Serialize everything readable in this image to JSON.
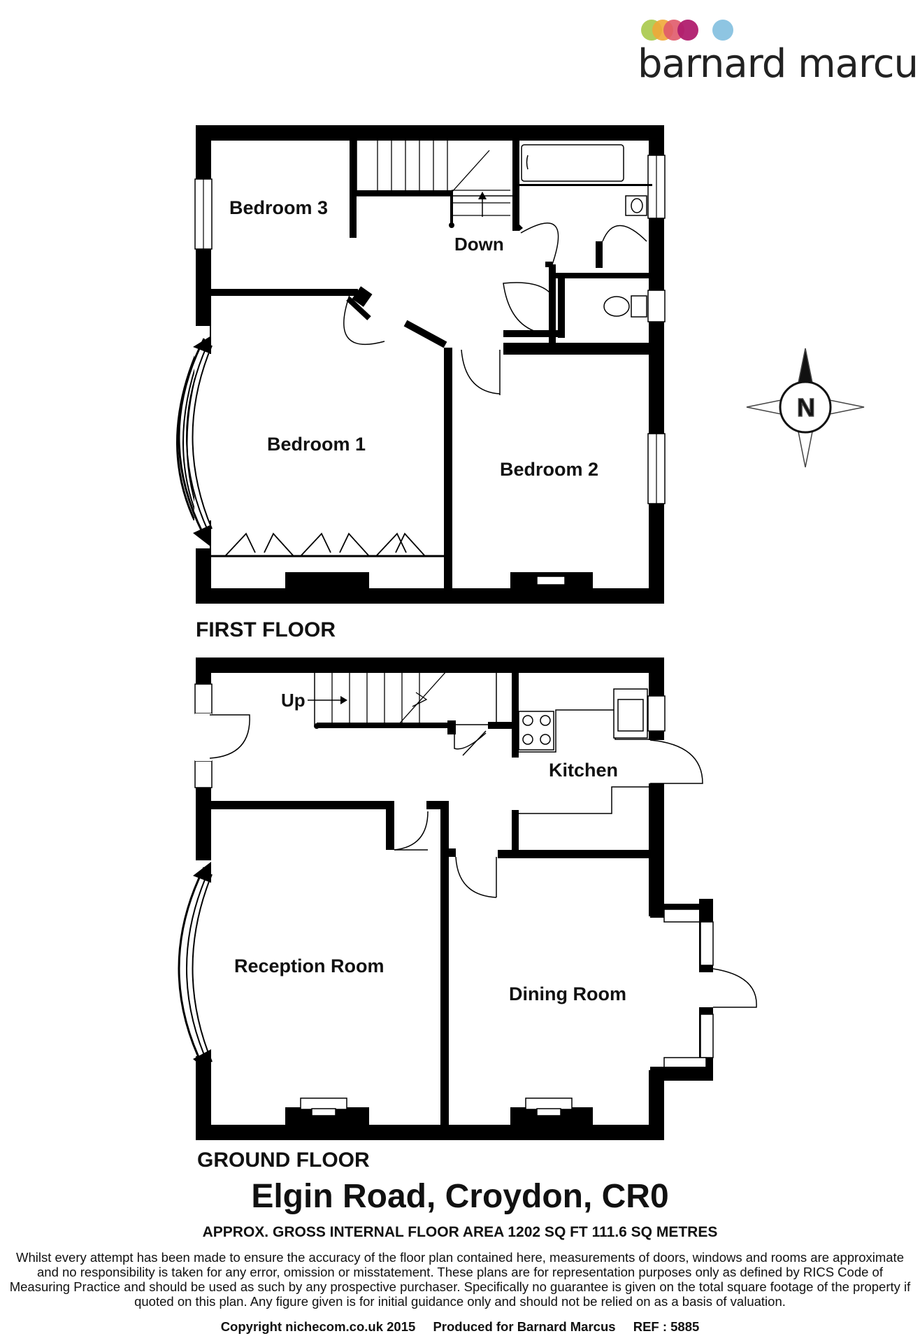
{
  "brand": {
    "name": "barnard marcus",
    "dot_colors": [
      "#a8c94a",
      "#f0a838",
      "#e05a6a",
      "#b01e6e",
      "#88c2e0"
    ]
  },
  "compass": {
    "letter": "N"
  },
  "first_floor": {
    "label": "FIRST FLOOR",
    "rooms": {
      "bedroom_3": "Bedroom 3",
      "bedroom_1": "Bedroom 1",
      "bedroom_2": "Bedroom 2"
    },
    "stairs_label": "Down"
  },
  "ground_floor": {
    "label": "GROUND FLOOR",
    "rooms": {
      "kitchen": "Kitchen",
      "reception": "Reception Room",
      "dining": "Dining Room"
    },
    "stairs_label": "Up"
  },
  "property": {
    "title": "Elgin Road, Croydon, CR0",
    "area": "APPROX. GROSS INTERNAL FLOOR AREA 1202 SQ FT 111.6 SQ METRES"
  },
  "disclaimer": "Whilst every attempt has been made to ensure the accuracy of the floor plan contained here, measurements of doors, windows and rooms are approximate and no responsibility is taken for any error, omission or misstatement. These plans are for representation purposes only as defined by RICS Code of Measuring Practice and should be used as such by any prospective purchaser.  Specifically no guarantee is given on the total square footage of the property if quoted on this plan. Any figure given is for initial guidance only and should not be relied on as a basis of valuation.",
  "credits": {
    "copyright": "Copyright nichecom.co.uk 2015",
    "produced": "Produced for Barnard Marcus",
    "ref": "REF : 5885"
  }
}
